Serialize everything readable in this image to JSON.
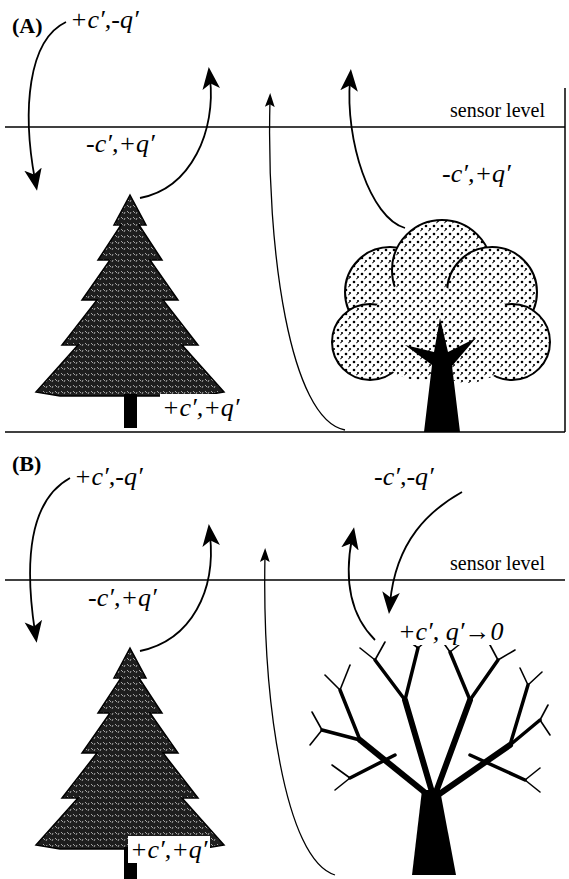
{
  "diagram": {
    "labels": [
      "(A)",
      "+c′,-q′",
      "sensor level",
      "-c′,+q′",
      "-c′,+q′",
      "+c′,+q′",
      "(B)",
      "+c′,-q′",
      "-c′,-q′",
      "sensor level",
      "-c′,+q′",
      "+c′, q′→0",
      "+c′,+q′"
    ]
  }
}
